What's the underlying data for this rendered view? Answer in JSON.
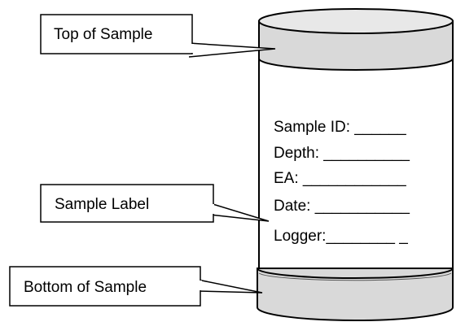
{
  "callouts": {
    "top": "Top of Sample",
    "label": "Sample Label",
    "bottom": "Bottom of Sample"
  },
  "sample_label_fields": {
    "sample_id": "Sample ID: ______",
    "depth": "Depth: __________",
    "ea": "EA: ____________",
    "date": "Date: ___________",
    "logger": "Logger:________ _"
  },
  "colors": {
    "cap_fill": "#d9d9d9",
    "body_fill": "#ffffff",
    "outline": "#000000"
  }
}
